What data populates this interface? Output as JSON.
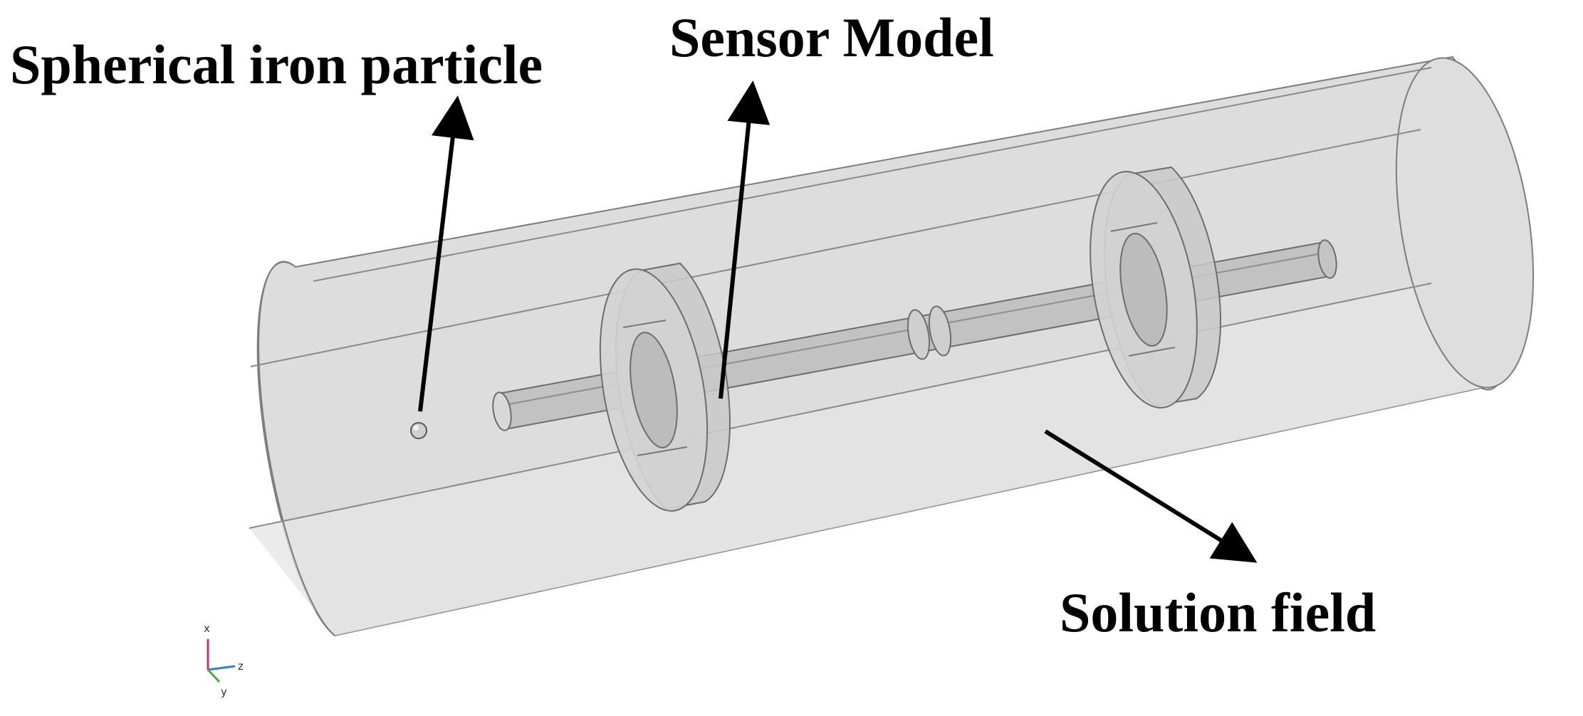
{
  "labels": {
    "particle": "Spherical iron particle",
    "sensor": "Sensor Model",
    "solution": "Solution field"
  },
  "axes": {
    "x": "x",
    "y": "y",
    "z": "z"
  },
  "colors": {
    "shell": "#d4d4d4",
    "shell_inner": "#e6e6e6",
    "end_cap": "#dcdcdc",
    "edge": "#7d7d7d",
    "part": "#bdbdbd",
    "arrow": "#000000",
    "axis_x": "#d0306e",
    "axis_y": "#3fae3f",
    "axis_z": "#2f7fd6"
  }
}
